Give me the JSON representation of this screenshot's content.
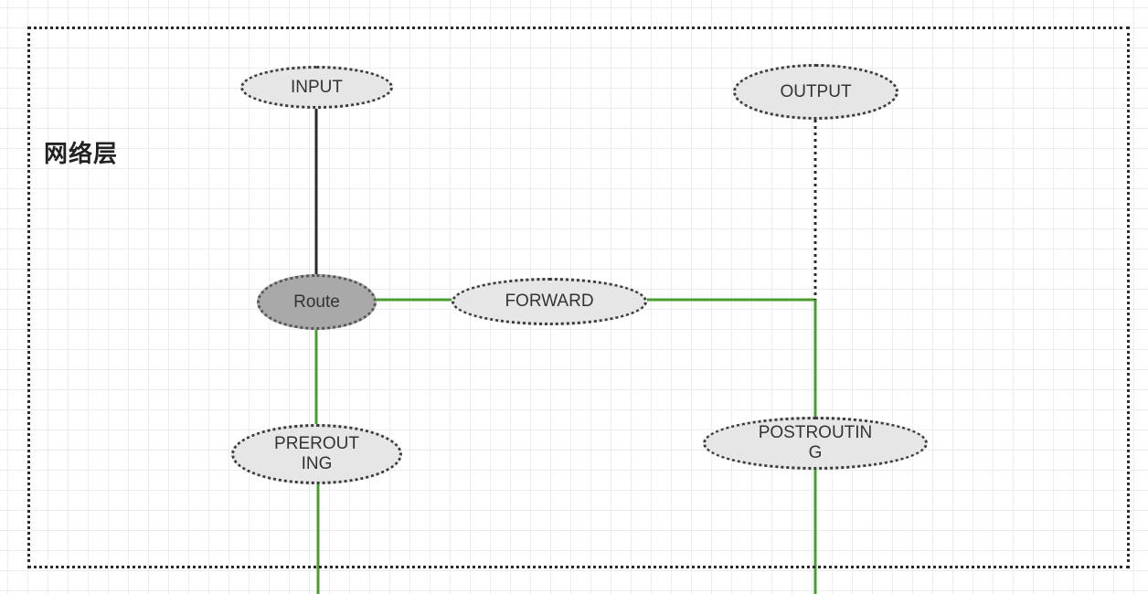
{
  "diagram": {
    "region_label": "网络层",
    "nodes": {
      "input": "INPUT",
      "output": "OUTPUT",
      "route": "Route",
      "forward": "FORWARD",
      "prerouting": "PREROUT\nING",
      "postrouting": "POSTROUTIN\nG"
    },
    "colors": {
      "link_green": "#4a9c2e",
      "link_dark": "#2b2b2b",
      "node_fill": "#e6e6e6",
      "route_fill": "#a9a9a9",
      "border": "#2a2a2a"
    },
    "edges": [
      {
        "from": "input",
        "to": "route",
        "style": "solid",
        "color": "dark"
      },
      {
        "from": "route",
        "to": "forward",
        "style": "solid",
        "color": "green"
      },
      {
        "from": "forward",
        "to": "postrouting",
        "style": "solid",
        "color": "green"
      },
      {
        "from": "output",
        "to": "postrouting",
        "style": "dotted",
        "color": "dark"
      },
      {
        "from": "prerouting",
        "to": "route",
        "style": "solid",
        "color": "green"
      },
      {
        "from": "prerouting",
        "to": "outside",
        "style": "solid",
        "color": "green"
      },
      {
        "from": "postrouting",
        "to": "outside",
        "style": "solid",
        "color": "green"
      }
    ]
  }
}
